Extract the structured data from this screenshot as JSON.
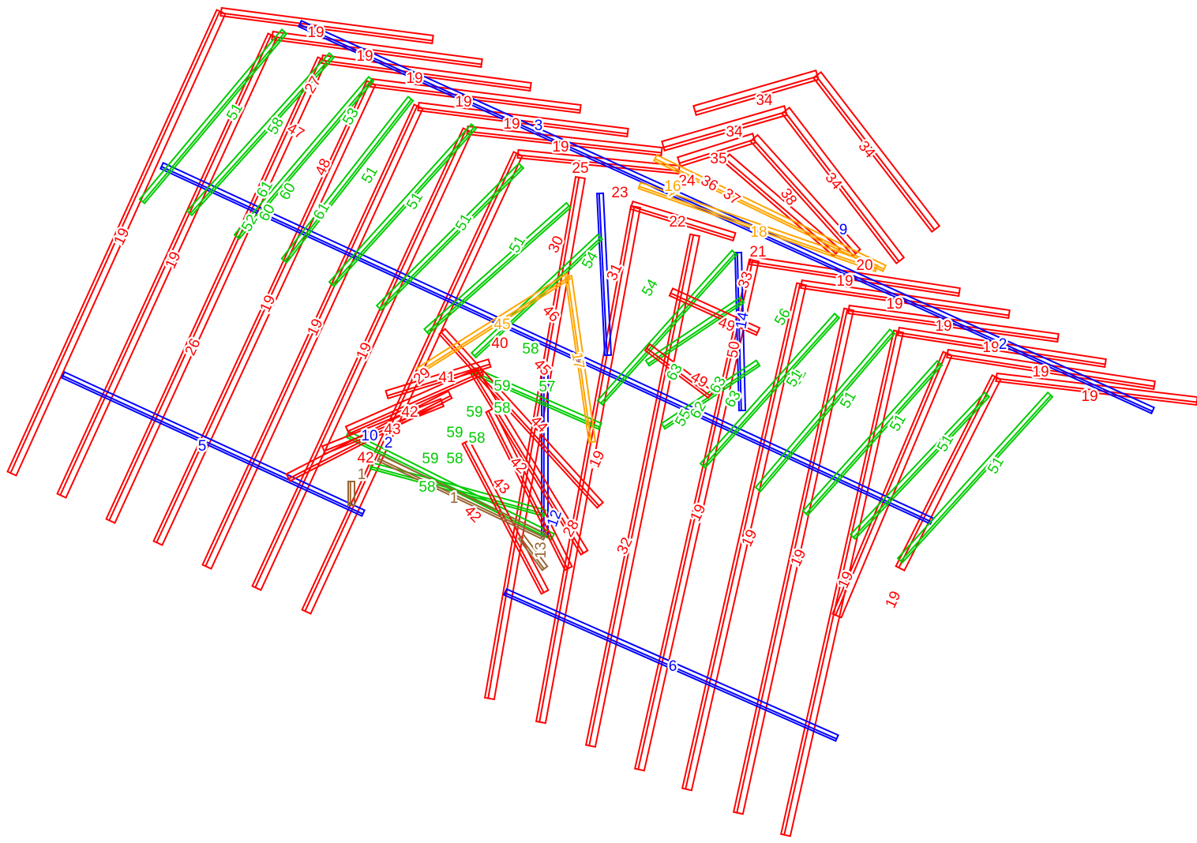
{
  "colors": {
    "rafter": "#ff0000",
    "purlin": "#0000ff",
    "brace": "#00cc00",
    "hip": "#ffa500",
    "post": "#996633",
    "background": "#ffffff"
  },
  "labels": {
    "rafter": [
      "19",
      "19",
      "19",
      "19",
      "19",
      "19",
      "26",
      "19",
      "19",
      "19",
      "19",
      "19",
      "19",
      "19",
      "19",
      "19",
      "19",
      "19",
      "19",
      "19",
      "19",
      "19",
      "19",
      "19",
      "27",
      "47",
      "48",
      "25",
      "23",
      "22",
      "21",
      "30",
      "31",
      "32",
      "34",
      "34",
      "34",
      "34",
      "35",
      "36",
      "37",
      "38",
      "24",
      "20",
      "33",
      "49",
      "50",
      "40",
      "41",
      "42",
      "42",
      "42",
      "43",
      "43",
      "42",
      "44",
      "45",
      "46",
      "29",
      "28",
      "49",
      "19"
    ],
    "purlin": [
      "5",
      "6",
      "3",
      "9",
      "12",
      "14",
      "10",
      "2",
      "2"
    ],
    "brace": [
      "51",
      "51",
      "51",
      "51",
      "51",
      "51",
      "51",
      "51",
      "51",
      "51",
      "51",
      "53",
      "61",
      "60",
      "60",
      "61",
      "52",
      "54",
      "54",
      "56",
      "55",
      "62",
      "63",
      "63",
      "63",
      "57",
      "58",
      "59",
      "59",
      "58",
      "58",
      "59",
      "58",
      "59",
      "58",
      "58"
    ],
    "hip": [
      "17",
      "18",
      "15",
      "16",
      "45"
    ],
    "post": [
      "13",
      "1",
      "1"
    ]
  }
}
